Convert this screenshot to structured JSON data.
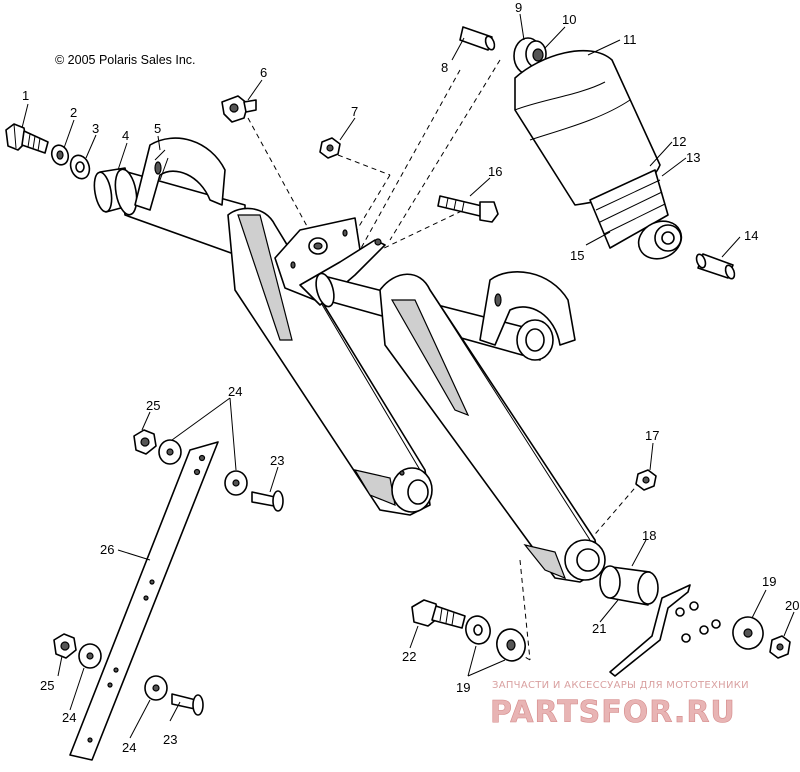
{
  "copyright": "© 2005 Polaris Sales Inc.",
  "watermark": {
    "tagline": "ЗАПЧАСТИ И АКСЕССУАРЫ ДЛЯ МОТОТЕХНИКИ",
    "logo": "PARTSFOR.RU"
  },
  "callouts": {
    "c1": "1",
    "c2": "2",
    "c3": "3",
    "c4": "4",
    "c5": "5",
    "c6": "6",
    "c7": "7",
    "c8": "8",
    "c9": "9",
    "c10": "10",
    "c11": "11",
    "c12": "12",
    "c13": "13",
    "c14": "14",
    "c15": "15",
    "c16": "16",
    "c17": "17",
    "c18": "18",
    "c19a": "19",
    "c19b": "19",
    "c20": "20",
    "c21": "21",
    "c22": "22",
    "c23a": "23",
    "c23b": "23",
    "c24a": "24",
    "c24b": "24",
    "c24c": "24",
    "c25a": "25",
    "c25b": "25",
    "c26": "26"
  }
}
